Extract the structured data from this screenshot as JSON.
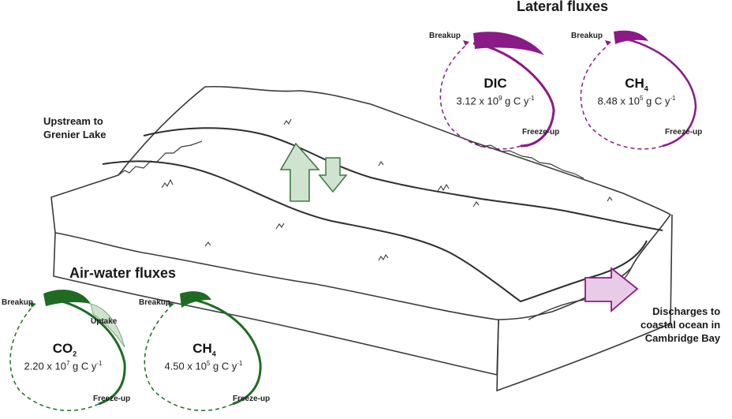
{
  "titles": {
    "lateral": "Lateral fluxes",
    "airwater": "Air-water fluxes"
  },
  "places": {
    "upstream_line1": "Upstream to",
    "upstream_line2": "Grenier Lake",
    "discharge_line1": "Discharges to",
    "discharge_line2": "coastal ocean in",
    "discharge_line3": "Cambridge Bay"
  },
  "season_labels": {
    "breakup": "Breakup",
    "freezeup": "Freeze-up",
    "uptake": "Uptake"
  },
  "lateral": [
    {
      "gas": "DIC",
      "gas_sub": "",
      "value": "3.12 x 10",
      "exp": "9",
      "unit": " g C y",
      "unit_exp": "-1"
    },
    {
      "gas": "CH",
      "gas_sub": "4",
      "value": "8.48 x 10",
      "exp": "5",
      "unit": " g C y",
      "unit_exp": "-1"
    }
  ],
  "airwater": [
    {
      "gas": "CO",
      "gas_sub": "2",
      "value": "2.20 x 10",
      "exp": "7",
      "unit": " g C y",
      "unit_exp": "-1"
    },
    {
      "gas": "CH",
      "gas_sub": "4",
      "value": "4.50 x 10",
      "exp": "5",
      "unit": " g C y",
      "unit_exp": "-1"
    }
  ],
  "colors": {
    "purple": "#8a1a86",
    "purple_light": "#e8cbe6",
    "green": "#1f6b24",
    "green_light": "#cfe3cf",
    "sketch": "#3a3a3a"
  }
}
